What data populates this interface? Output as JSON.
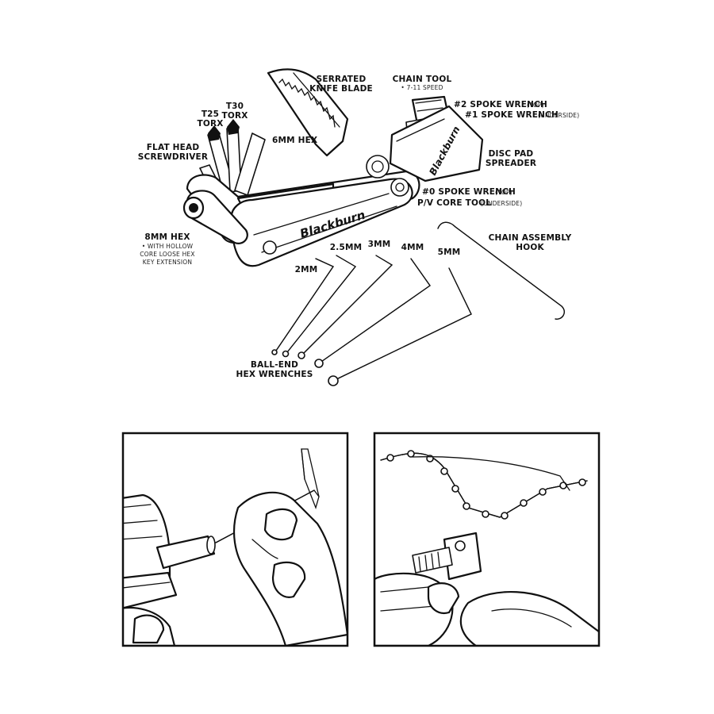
{
  "colors": {
    "ink": "#111111",
    "paper": "#ffffff",
    "panel_border": "#111111"
  },
  "brand": {
    "logo_text": "Blackburn",
    "pad_logo_text": "Blackburn"
  },
  "labels": {
    "serrated_knife": {
      "line1": "SERRATED",
      "line2": "KNIFE BLADE"
    },
    "chain_tool": {
      "line1": "CHAIN TOOL",
      "sub1": "• 7-11 SPEED"
    },
    "spoke_wrench_2": {
      "line1": "#2 SPOKE WRENCH",
      "note": "(TOP)"
    },
    "spoke_wrench_1": {
      "line1": "#1 SPOKE WRENCH",
      "note": "(UNDERSIDE)"
    },
    "t30": {
      "line1": "T30",
      "line2": "TORX"
    },
    "t25": {
      "line1": "T25",
      "line2": "TORX"
    },
    "hex_6mm": {
      "line1": "6MM HEX"
    },
    "flat_head": {
      "line1": "FLAT HEAD",
      "line2": "SCREWDRIVER"
    },
    "disc_pad": {
      "line1": "DISC PAD",
      "line2": "SPREADER"
    },
    "spoke_wrench_0": {
      "line1": "#0 SPOKE WRENCH",
      "note": "(TOP)"
    },
    "pv_core": {
      "line1": "P/V CORE TOOL",
      "note": "(UNDERSIDE)"
    },
    "chain_hook": {
      "line1": "CHAIN ASSEMBLY",
      "line2": "HOOK"
    },
    "hex_8mm": {
      "line1": "8MM HEX",
      "sub1": "• WITH HOLLOW",
      "sub2": "CORE LOOSE HEX",
      "sub3": "KEY EXTENSION"
    },
    "wrench_2mm": {
      "line1": "2MM"
    },
    "wrench_25mm": {
      "line1": "2.5MM"
    },
    "wrench_3mm": {
      "line1": "3MM"
    },
    "wrench_4mm": {
      "line1": "4MM"
    },
    "wrench_5mm": {
      "line1": "5MM"
    },
    "ball_end": {
      "line1": "BALL-END",
      "line2": "HEX WRENCHES"
    }
  },
  "panels": [
    {
      "id": "left",
      "depicts": "hands-inserting-hex-key"
    },
    {
      "id": "right",
      "depicts": "chain-tool-on-chain"
    }
  ]
}
